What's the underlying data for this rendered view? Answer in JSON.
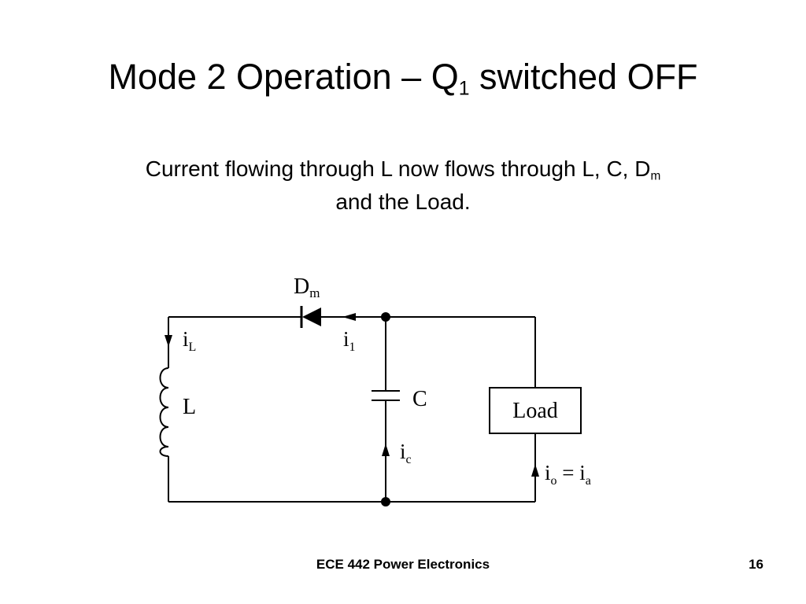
{
  "slide": {
    "title_main": "Mode 2 Operation – Q",
    "title_sub": "1",
    "title_tail": " switched OFF",
    "subtitle_line1_main": "Current flowing through L now flows through L, C, D",
    "subtitle_line1_sub": "m",
    "subtitle_line2": "and the Load."
  },
  "circuit": {
    "diode_label_main": "D",
    "diode_label_sub": "m",
    "current_il_main": "i",
    "current_il_sub": "L",
    "current_i1_main": "i",
    "current_i1_sub": "1",
    "inductor_label": "L",
    "capacitor_label": "C",
    "current_ic_main": "i",
    "current_ic_sub": "c",
    "load_label": "Load",
    "current_io_main": "i",
    "current_io_sub": "o",
    "current_eq": " = i",
    "current_ia_sub": "a"
  },
  "footer": {
    "course": "ECE 442 Power Electronics",
    "page_number": "16"
  }
}
